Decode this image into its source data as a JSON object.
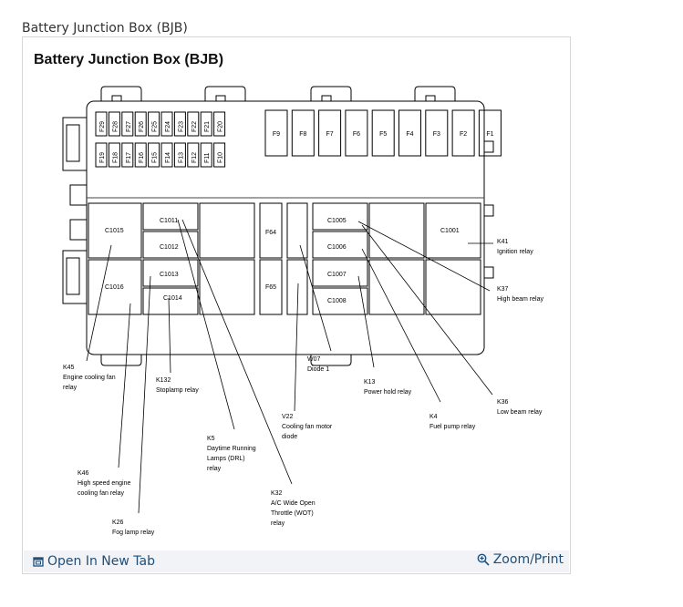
{
  "caption": "Battery Junction Box (BJB)",
  "diagram_title": "Battery Junction Box (BJB)",
  "footer": {
    "open_tab": "Open In New Tab",
    "zoom": "Zoom/Print"
  },
  "fuses_top": [
    "F29",
    "F28",
    "F27",
    "F26",
    "F25",
    "F24",
    "F23",
    "F22",
    "F21",
    "F20"
  ],
  "fuses_bottom": [
    "F19",
    "F18",
    "F17",
    "F16",
    "F15",
    "F14",
    "F13",
    "F12",
    "F11",
    "F10"
  ],
  "fuses_large": [
    "F9",
    "F8",
    "F7",
    "F6",
    "F5",
    "F4",
    "F3",
    "F2",
    "F1"
  ],
  "fuse_mid": {
    "a": "F64",
    "b": "F65"
  },
  "relays": {
    "c1015": "C1015",
    "c1016": "C1016",
    "c1011": "C1011",
    "c1012": "C1012",
    "c1013": "C1013",
    "c1014": "C1014",
    "c1005": "C1005",
    "c1006": "C1006",
    "c1007": "C1007",
    "c1008": "C1008",
    "c1001": "C1001"
  },
  "labels": {
    "k45": [
      "K45",
      "Engine cooling fan",
      "relay"
    ],
    "k132": [
      "K132",
      "Stoplamp relay"
    ],
    "k46": [
      "K46",
      "High speed engine",
      "cooling fan relay"
    ],
    "k26": [
      "K26",
      "Fog lamp relay"
    ],
    "k5": [
      "K5",
      "Daytime Running",
      "Lamps (DRL)",
      "relay"
    ],
    "k32": [
      "K32",
      "A/C Wide Open",
      "Throttle (WOT)",
      "relay"
    ],
    "v22": [
      "V22",
      "Cooling fan motor",
      "diode"
    ],
    "w7": [
      "W07",
      "Diode 1"
    ],
    "k13": [
      "K13",
      "Power hold relay"
    ],
    "k4": [
      "K4",
      "Fuel pump relay"
    ],
    "k36": [
      "K36",
      "Low beam relay"
    ],
    "k41": [
      "K41",
      "Ignition relay"
    ],
    "k37": [
      "K37",
      "High beam relay"
    ]
  },
  "colors": {
    "link": "#1f4e79",
    "footer_bg": "#f1f3f6",
    "border": "#d6d6d6"
  }
}
